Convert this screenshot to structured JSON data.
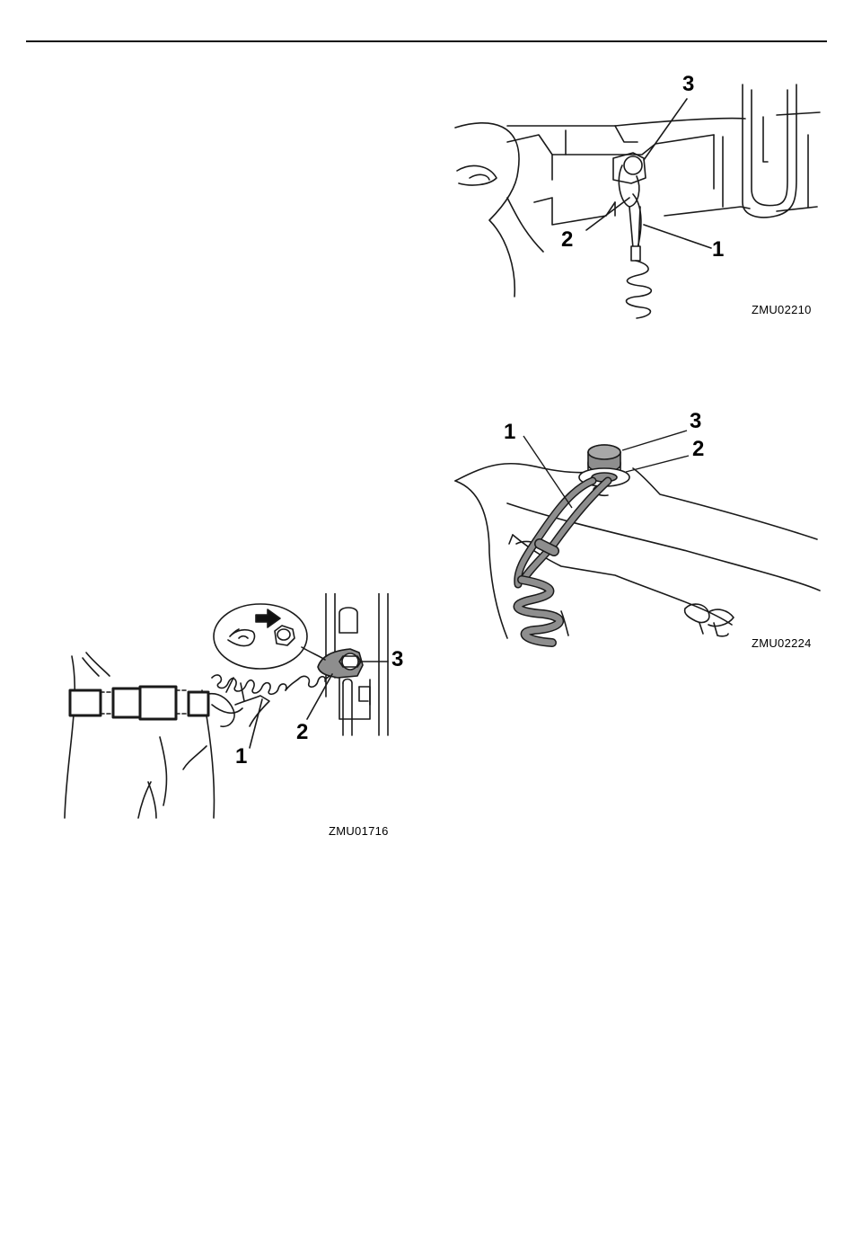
{
  "figures": [
    {
      "code": "ZMU02210",
      "callouts": [
        "1",
        "2",
        "3"
      ],
      "subject": "lanyard attached to engine stop switch on tiller handle"
    },
    {
      "code": "ZMU02224",
      "callouts": [
        "1",
        "2",
        "3"
      ],
      "subject": "lanyard lock plate clipped under engine stop switch"
    },
    {
      "code": "ZMU01716",
      "callouts": [
        "1",
        "2",
        "3"
      ],
      "subject": "lanyard from operator belt to engine stop switch"
    }
  ],
  "colors": {
    "line": "#1a1a1a",
    "cord_fill": "#8e8e8e"
  }
}
